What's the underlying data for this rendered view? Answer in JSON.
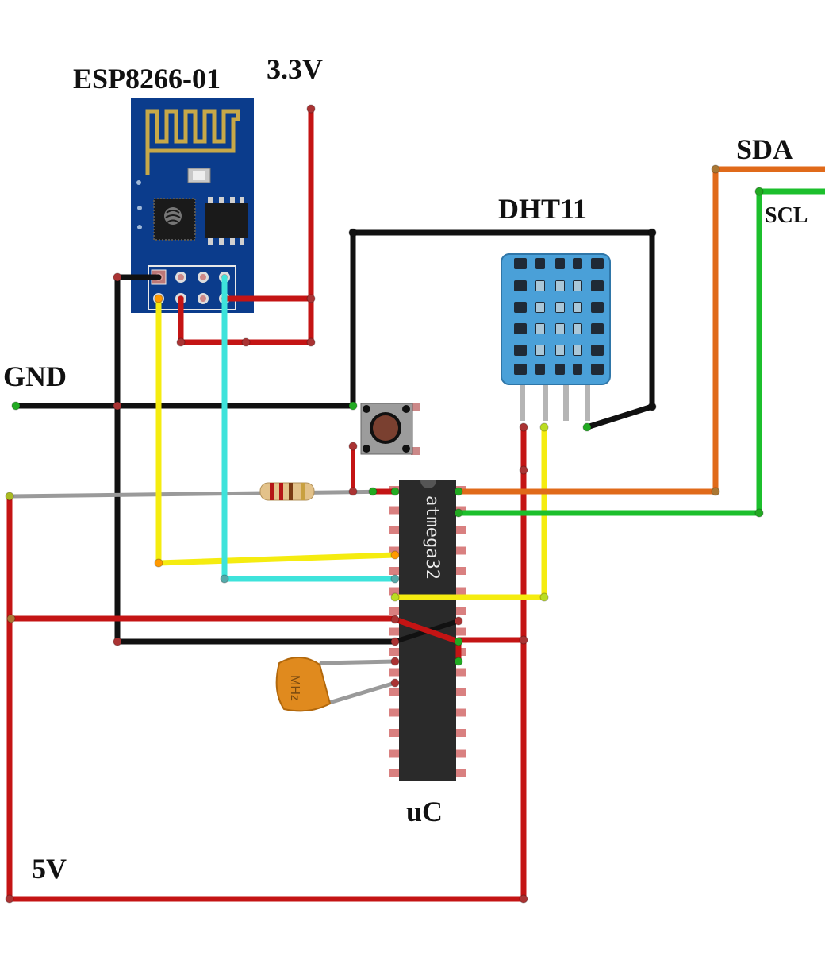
{
  "labels": {
    "esp": "ESP8266-01",
    "v33": "3.3V",
    "dht": "DHT11",
    "sda": "SDA",
    "scl": "SCL",
    "gnd": "GND",
    "uc": "uC",
    "v5": "5V"
  },
  "chip_marking": "atmega32",
  "crystal_marking": "MHz",
  "colors": {
    "power": "#c41414",
    "ground": "#1c1c1c",
    "sda": "#e06a1a",
    "scl": "#1cbf2c",
    "esp_tx": "#f5ec10",
    "esp_rx": "#3ee3db",
    "dht_data": "#f5ec10",
    "reset_line": "#9a9a9a",
    "esp_board": "#0b3c8c",
    "dht_body": "#4aa0d8",
    "chip_body": "#2a2a2a",
    "crystal": "#e08a1e"
  },
  "icons": [
    "esp8266-board",
    "pushbutton-icon",
    "resistor-icon",
    "dht11-sensor",
    "atmega32-chip",
    "crystal-icon"
  ]
}
